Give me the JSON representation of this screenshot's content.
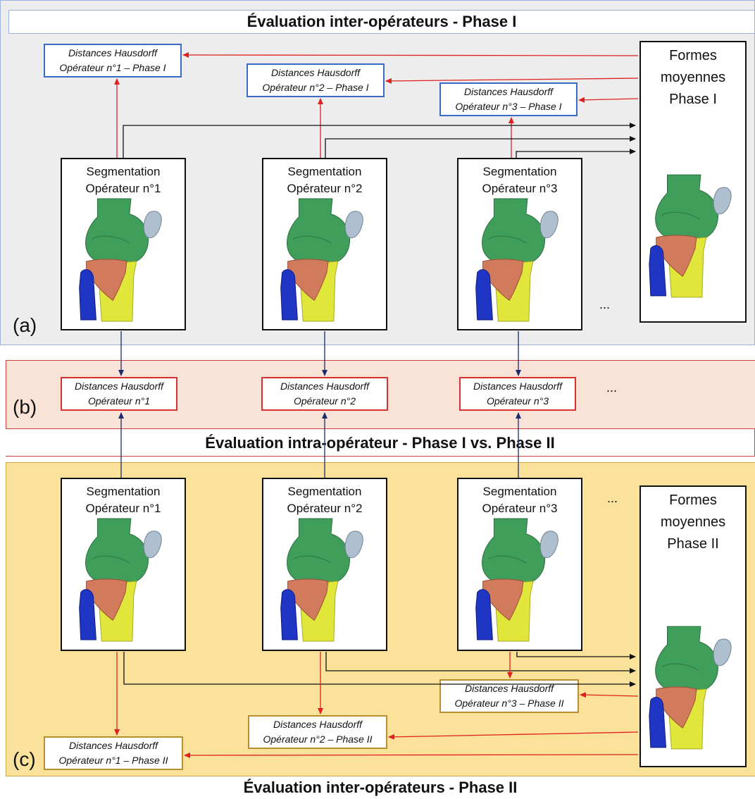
{
  "panel_a": {
    "title": "Évaluation inter-opérateurs -  Phase I",
    "label": "(a)",
    "segmentations": [
      {
        "line1": "Segmentation",
        "line2": "Opérateur n°1"
      },
      {
        "line1": "Segmentation",
        "line2": "Opérateur n°2"
      },
      {
        "line1": "Segmentation",
        "line2": "Opérateur n°3"
      }
    ],
    "hausdorff": [
      {
        "line1": "Distances Hausdorff",
        "line2": "Opérateur n°1 – Phase I"
      },
      {
        "line1": "Distances Hausdorff",
        "line2": "Opérateur n°2 – Phase I"
      },
      {
        "line1": "Distances Hausdorff",
        "line2": "Opérateur n°3 – Phase I"
      }
    ],
    "mean_shapes": [
      "Formes",
      "moyennes",
      "Phase I"
    ],
    "ellipsis": "..."
  },
  "panel_b": {
    "title": "Évaluation intra-opérateur -  Phase I vs. Phase II",
    "label": "(b)",
    "hausdorff": [
      {
        "line1": "Distances Hausdorff",
        "line2": "Opérateur n°1"
      },
      {
        "line1": "Distances Hausdorff",
        "line2": "Opérateur n°2"
      },
      {
        "line1": "Distances Hausdorff",
        "line2": "Opérateur n°3"
      }
    ],
    "ellipsis": "..."
  },
  "panel_c": {
    "title": "Évaluation inter-opérateurs -  Phase II",
    "label": "(c)",
    "segmentations": [
      {
        "line1": "Segmentation",
        "line2": "Opérateur n°1"
      },
      {
        "line1": "Segmentation",
        "line2": "Opérateur n°2"
      },
      {
        "line1": "Segmentation",
        "line2": "Opérateur n°3"
      }
    ],
    "hausdorff": [
      {
        "line1": "Distances Hausdorff",
        "line2": "Opérateur n°1 – Phase II"
      },
      {
        "line1": "Distances Hausdorff",
        "line2": "Opérateur n°2 – Phase II"
      },
      {
        "line1": "Distances Hausdorff",
        "line2": "Opérateur n°3 – Phase II"
      }
    ],
    "mean_shapes": [
      "Formes",
      "moyennes",
      "Phase II"
    ],
    "ellipsis": "..."
  },
  "colors": {
    "femur": "#3f9e5a",
    "patella": "#aebfd0",
    "tibia": "#e0e63a",
    "tibia_plateau": "#d27a5c",
    "fibula": "#1f35c4",
    "arrow_red": "#e02020",
    "arrow_black": "#111111",
    "arrow_navy": "#1c2a6e"
  }
}
